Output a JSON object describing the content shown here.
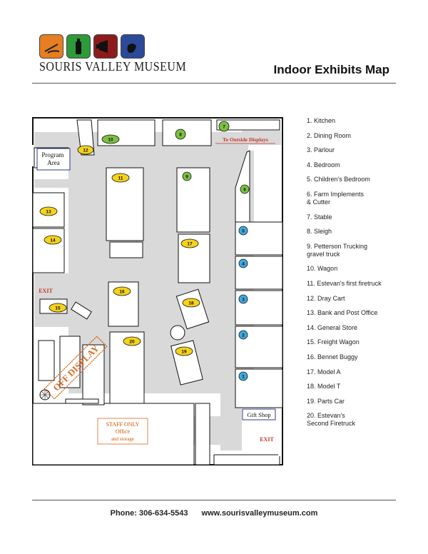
{
  "header": {
    "museum_name": "SOURIS VALLEY MUSEUM",
    "page_title": "Indoor Exhibits Map",
    "logo_colors": [
      "#e67e22",
      "#2e9a3a",
      "#8e1b1b",
      "#2c4a9a"
    ]
  },
  "map": {
    "labels": {
      "program_area": "Program\nArea",
      "to_outside": "To Outside Displays",
      "exit_left": "EXIT",
      "exit_right": "EXIT",
      "off_display": "OFF DISPLAY",
      "staff_only": "STAFF ONLY",
      "office": "Office",
      "and_storage": "and storage",
      "gift_shop": "Gift Shop"
    },
    "markers": {
      "m1": "1",
      "m2": "2",
      "m3": "3",
      "m4": "4",
      "m5": "5",
      "m6": "6",
      "m7": "7",
      "m8": "8",
      "m9": "9",
      "m10": "10",
      "m11": "11",
      "m12": "12",
      "m13": "13",
      "m14": "14",
      "m15": "15",
      "m16": "16",
      "m17": "17",
      "m18": "18",
      "m19": "19",
      "m20": "20"
    },
    "marker_colors": {
      "blue": "#3fa9de",
      "green": "#7cc142",
      "yellow": "#f5d21b"
    }
  },
  "legend": [
    "1. Kitchen",
    "2. Dining Room",
    "3. Parlour",
    "4. Bedroom",
    "5. Children's Bedroom",
    "6. Farm Implements\n    & Cutter",
    "7. Stable",
    "8. Sleigh",
    "9. Petterson Trucking\n    gravel truck",
    "10. Wagon",
    "11. Estevan's first firetruck",
    "12. Dray Cart",
    "13. Bank and Post Office",
    "14. General Store",
    "15. Freight Wagon",
    "16. Bennet Buggy",
    "17. Model A",
    "18. Model T",
    "19. Parts Car",
    "20. Estevan's\n    Second Firetruck"
  ],
  "footer": {
    "phone": "Phone: 306-634-5543",
    "website": "www.sourisvalleymuseum.com"
  }
}
